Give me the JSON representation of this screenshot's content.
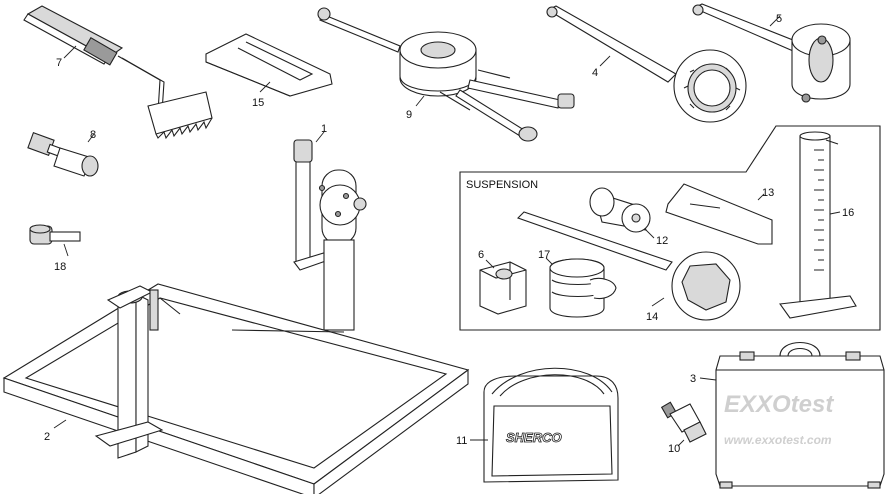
{
  "section_label": "SUSPENSION",
  "case_brand": "EXXOtest",
  "case_url": "www.exxotest.com",
  "bag_brand": "SHERCO",
  "callouts": {
    "c1": "1",
    "c2": "2",
    "c3": "3",
    "c4": "4",
    "c5": "5",
    "c6": "6",
    "c7": "7",
    "c8": "8",
    "c9": "9",
    "c10": "10",
    "c11": "11",
    "c12": "12",
    "c13": "13",
    "c14": "14",
    "c15": "15",
    "c16": "16",
    "c17": "17",
    "c18": "18"
  }
}
